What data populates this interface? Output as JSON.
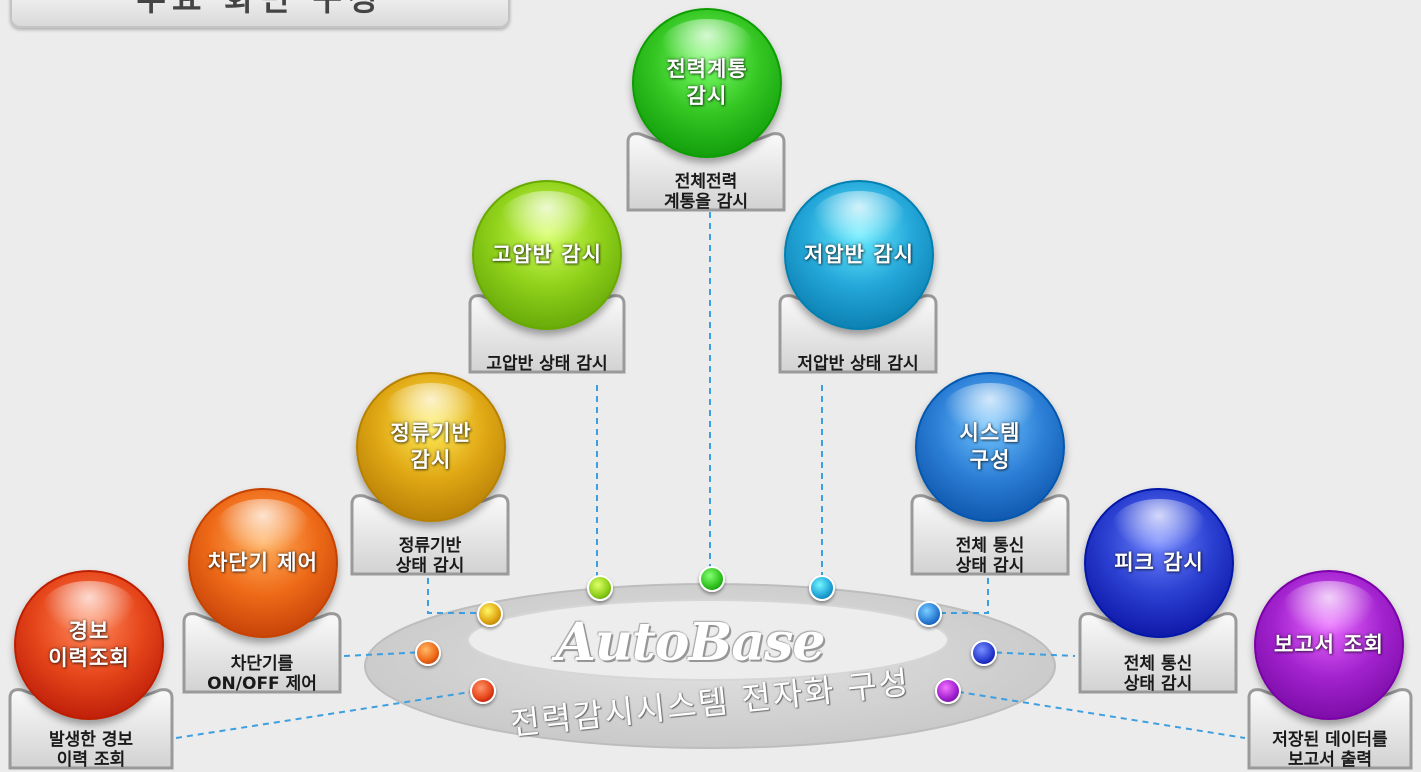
{
  "header": {
    "title": "주요 화면 구성"
  },
  "brand": "AutoBase",
  "subtitle": "전력감시시스템 전자화 구성",
  "nodes": [
    {
      "id": "power-grid",
      "ball_label": "전력계통\n감시",
      "caption": "전체전력\n계통을 감시",
      "color": "#34c522"
    },
    {
      "id": "high-voltage",
      "ball_label": "고압반 감시",
      "caption": "고압반 상태 감시",
      "color": "#8fd11a"
    },
    {
      "id": "low-voltage",
      "ball_label": "저압반 감시",
      "caption": "저압반 상태 감시",
      "color": "#24a7d9"
    },
    {
      "id": "rectifier",
      "ball_label": "정류기반\n감시",
      "caption": "정류기반\n상태 감시",
      "color": "#e0a814"
    },
    {
      "id": "system-config",
      "ball_label": "시스템\n구성",
      "caption": "전체 통신\n상태 감시",
      "color": "#2c7fd6"
    },
    {
      "id": "breaker",
      "ball_label": "차단기 제어",
      "caption": "차단기를\nON/OFF 제어",
      "color": "#ee6a18"
    },
    {
      "id": "peak",
      "ball_label": "피크 감시",
      "caption": "전체 통신\n상태 감시",
      "color": "#2a3fd0"
    },
    {
      "id": "alarm",
      "ball_label": "경보\n이력조회",
      "caption": "발생한 경보\n이력 조회",
      "color": "#e6461a"
    },
    {
      "id": "report",
      "ball_label": "보고서 조회",
      "caption": "저장된 데이터를\n보고서 출력",
      "color": "#a323cf"
    }
  ]
}
